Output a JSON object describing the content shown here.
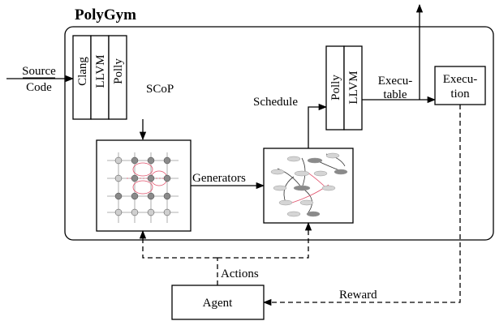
{
  "title": "PolyGym",
  "input": {
    "line1": "Source",
    "line2": "Code"
  },
  "frontend_tools": [
    "Clang",
    "LLVM",
    "Polly"
  ],
  "scop_label": "SCoP",
  "generators_label": "Generators",
  "schedule_label": "Schedule",
  "backend_tools": [
    "Polly",
    "LLVM"
  ],
  "executable": {
    "line1": "Execu-",
    "line2": "table"
  },
  "execution": {
    "line1": "Execu-",
    "line2": "tion"
  },
  "actions_label": "Actions",
  "reward_label": "Reward",
  "agent_label": "Agent"
}
